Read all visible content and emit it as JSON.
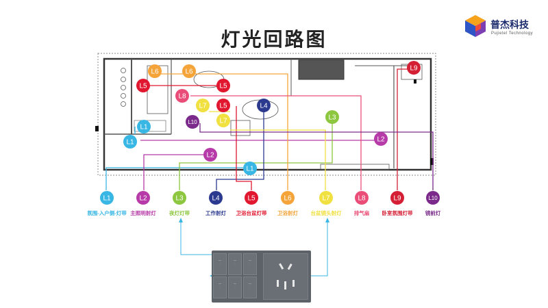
{
  "title": "灯光回路图",
  "brand": {
    "name": "普杰科技",
    "sub": "Pujietel Technology"
  },
  "colors": {
    "L1": "#38b6e4",
    "L2": "#b63aa8",
    "L3": "#8dc63f",
    "L4": "#2b3a8f",
    "L5": "#e0172e",
    "L6": "#f5a43a",
    "L7": "#f0e040",
    "L8": "#ea4e78",
    "L9": "#d41f35",
    "L10": "#7b2a8b"
  },
  "legend": [
    {
      "code": "L1",
      "label": "氛围-入户侧-灯带"
    },
    {
      "code": "L2",
      "label": "主照明射灯"
    },
    {
      "code": "L3",
      "label": "夜灯灯带"
    },
    {
      "code": "L4",
      "label": "工作射灯"
    },
    {
      "code": "L5",
      "label": "卫浴台盆灯带"
    },
    {
      "code": "L6",
      "label": "卫浴射灯"
    },
    {
      "code": "L7",
      "label": "台盆镜头射灯"
    },
    {
      "code": "L8",
      "label": "排气扇"
    },
    {
      "code": "L9",
      "label": "卧室氛围灯带"
    },
    {
      "code": "L10",
      "label": "镜前灯"
    }
  ],
  "plan_markers": [
    {
      "code": "L6"
    },
    {
      "code": "L6"
    },
    {
      "code": "L5"
    },
    {
      "code": "L5"
    },
    {
      "code": "L8"
    },
    {
      "code": "L7"
    },
    {
      "code": "L5"
    },
    {
      "code": "L4"
    },
    {
      "code": "L7"
    },
    {
      "code": "L3"
    },
    {
      "code": "L10"
    },
    {
      "code": "L1"
    },
    {
      "code": "L1"
    },
    {
      "code": "L2"
    },
    {
      "code": "L2"
    },
    {
      "code": "L1"
    },
    {
      "code": "L9"
    }
  ]
}
